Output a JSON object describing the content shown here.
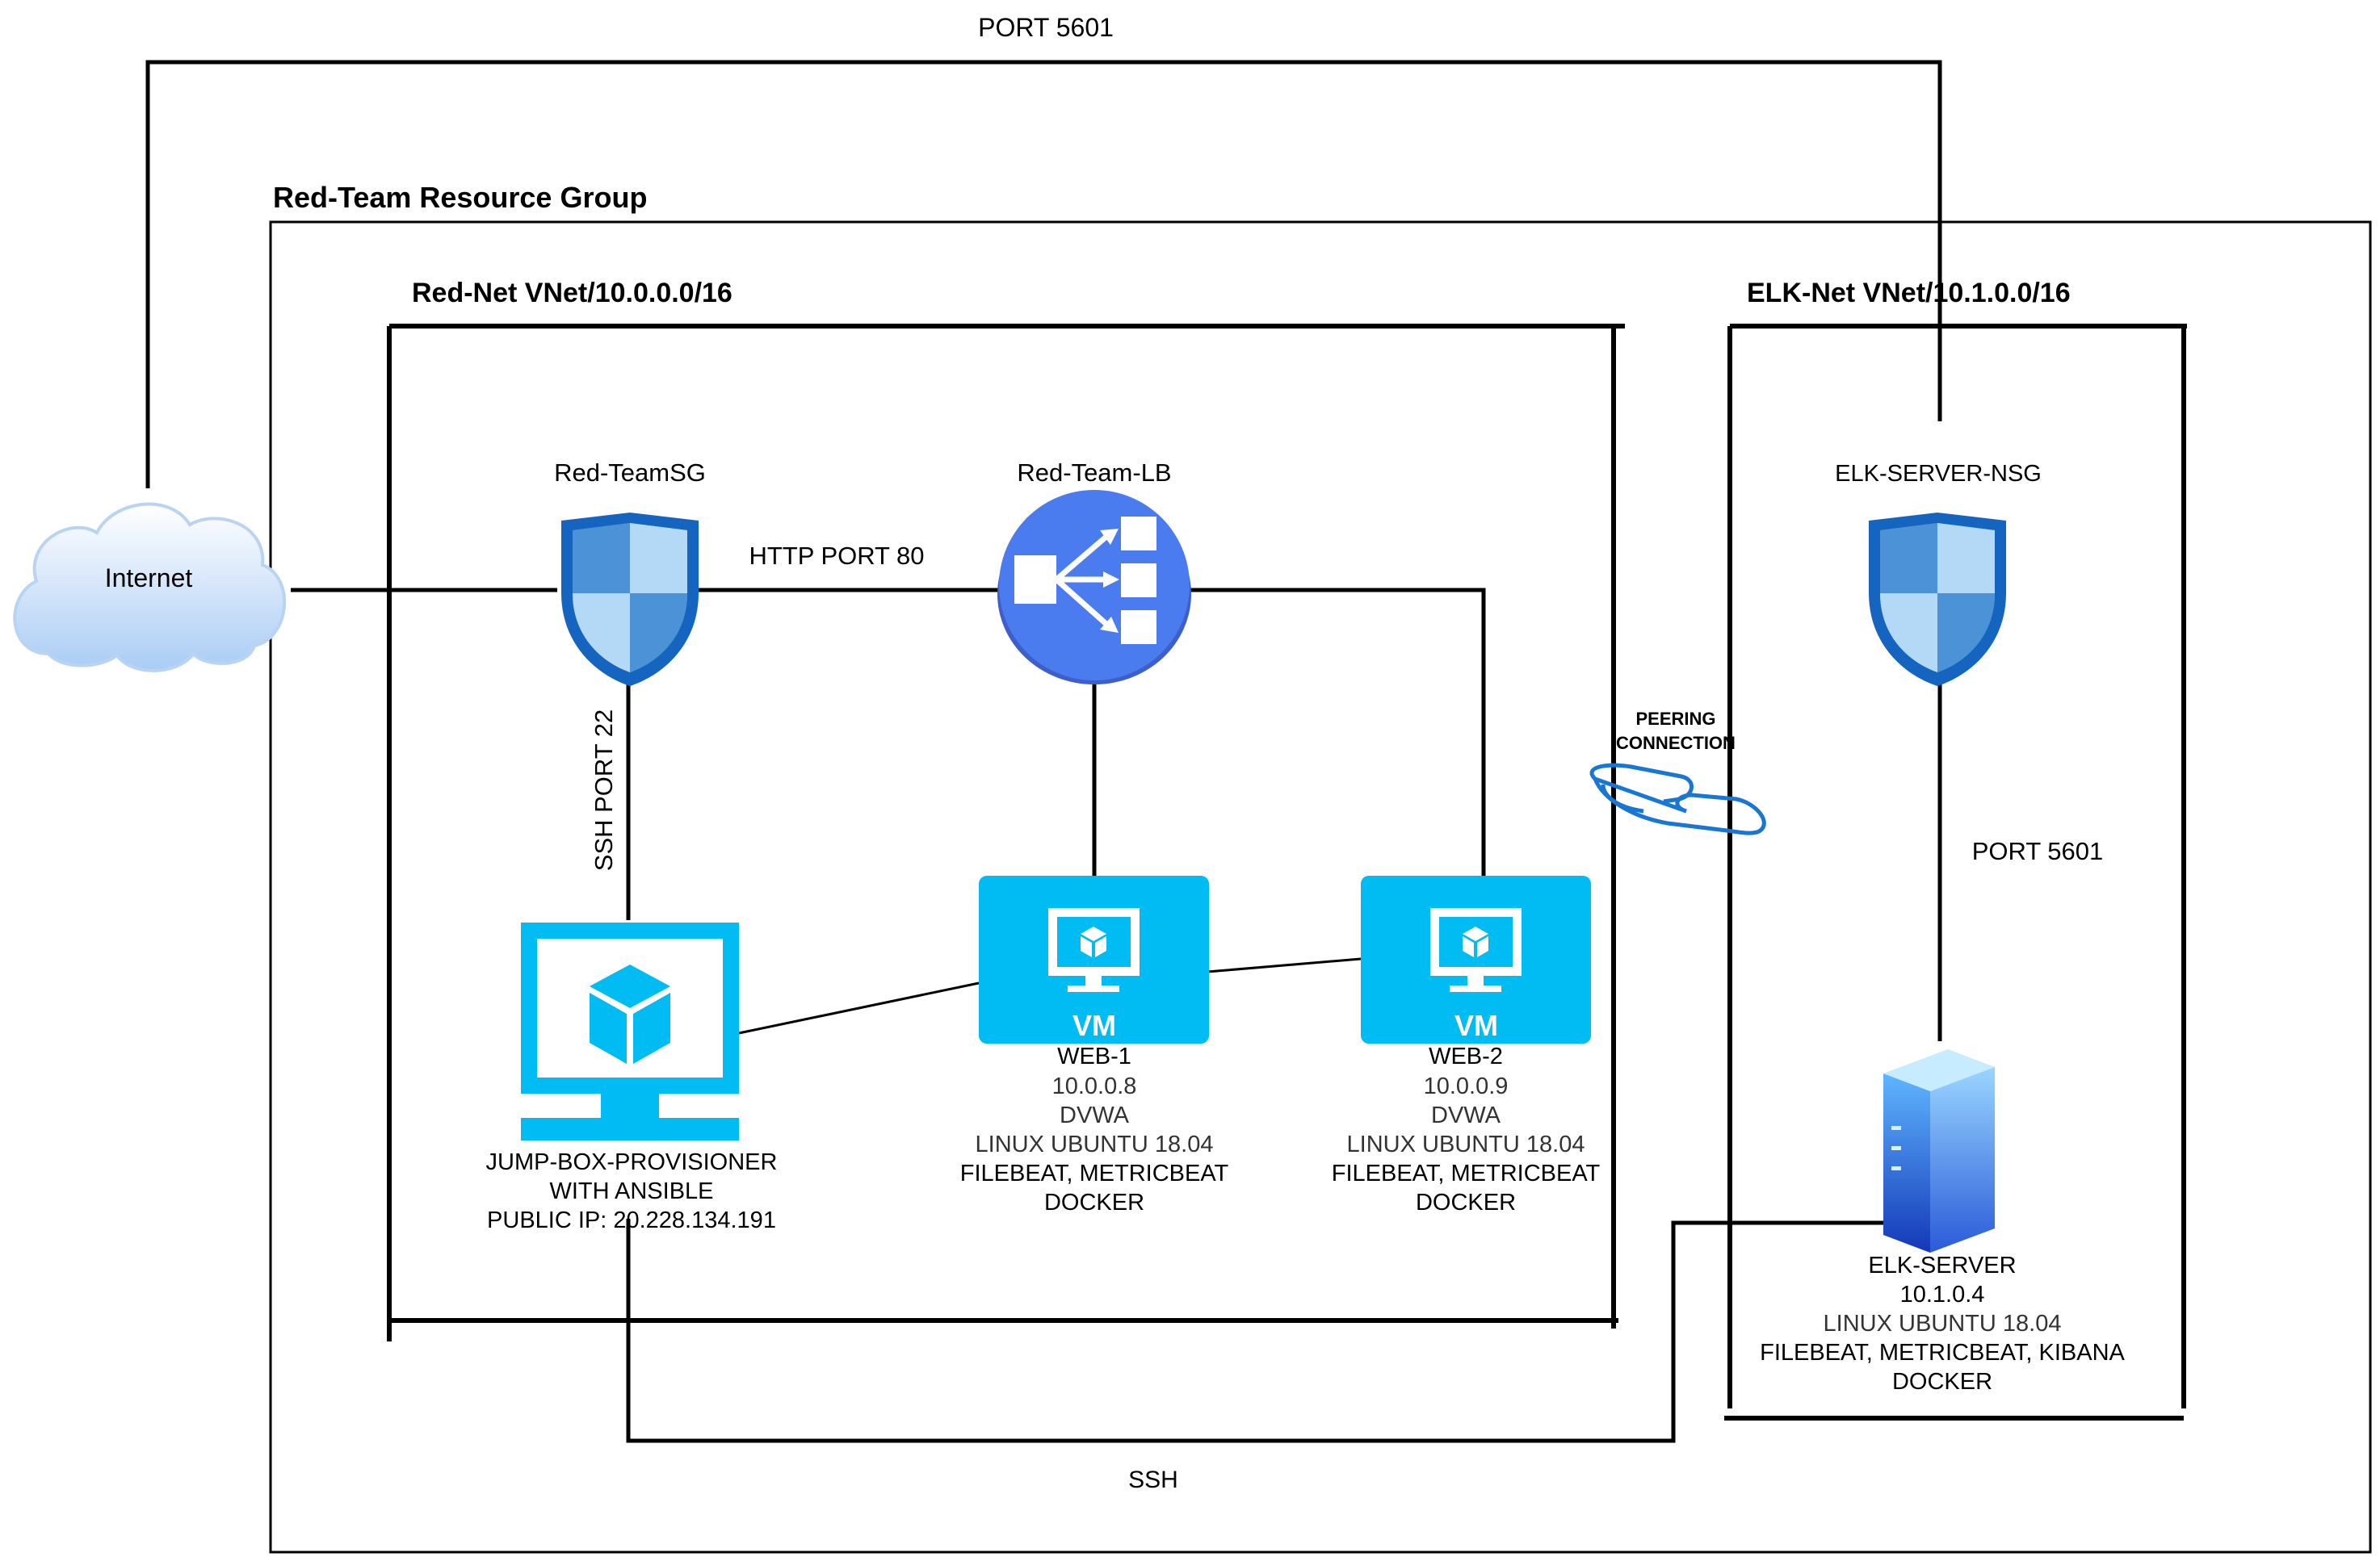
{
  "top_port_label": "PORT 5601",
  "resource_group_title": "Red-Team Resource Group",
  "red_net_title": "Red-Net VNet/10.0.0.0/16",
  "elk_net_title": "ELK-Net VNet/10.1.0.0/16",
  "internet_label": "Internet",
  "red_sg_label": "Red-TeamSG",
  "lb_label": "Red-Team-LB",
  "http_label": "HTTP PORT 80",
  "ssh22_label": "SSH PORT 22",
  "elk_nsg_label": "ELK-SERVER-NSG",
  "elk_port_label": "PORT 5601",
  "peering_label_1": "PEERING",
  "peering_label_2": "CONNECTION",
  "ssh_bottom_label": "SSH",
  "vm_badge": "VM",
  "jumpbox": {
    "line1": "JUMP-BOX-PROVISIONER",
    "line2": "WITH ANSIBLE",
    "line3": "PUBLIC IP: 20.228.134.191"
  },
  "web1": {
    "name": "WEB-1",
    "ip": "10.0.0.8",
    "app": "DVWA",
    "os": "LINUX UBUNTU 18.04",
    "beats": "FILEBEAT, METRICBEAT",
    "docker": "DOCKER"
  },
  "web2": {
    "name": "WEB-2",
    "ip": "10.0.0.9",
    "app": "DVWA",
    "os": "LINUX UBUNTU 18.04",
    "beats": "FILEBEAT, METRICBEAT",
    "docker": "DOCKER"
  },
  "elk": {
    "name": "ELK-SERVER",
    "ip": "10.1.0.4",
    "os": "LINUX UBUNTU 18.04",
    "stack": "FILEBEAT, METRICBEAT, KIBANA",
    "docker": "DOCKER"
  },
  "icons": {
    "cloud": "cloud-icon",
    "shield": "shield-icon",
    "load_balancer": "load-balancer-icon",
    "monitor": "monitor-vm-icon",
    "server": "server-icon",
    "peering": "peering-link-icon"
  },
  "colors": {
    "line": "#000000",
    "vm_cyan": "#00bcf2",
    "shield_blue": "#1565c0",
    "lb_blue": "#4a7cf0",
    "server_blue": "#1a5ae0",
    "peering_blue": "#1976d2"
  }
}
